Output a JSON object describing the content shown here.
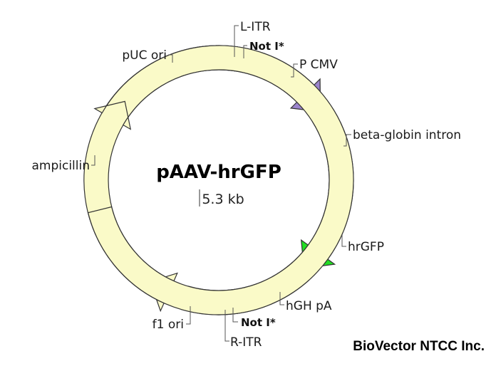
{
  "plasmid": {
    "name": "pAAV-hrGFP",
    "size": "5.3 kb"
  },
  "features": {
    "l_itr": "L-ITR",
    "not1_top": "Not I*",
    "p_cmv": "P CMV",
    "beta_globin": "beta-globin intron",
    "hrgfp": "hrGFP",
    "hgh_pa": "hGH pA",
    "not1_bottom": "Not I*",
    "r_itr": "R-ITR",
    "f1_ori": "f1 ori",
    "ampicillin": "ampicillin",
    "puc_ori": "pUC ori"
  },
  "brand": "BioVector NTCC Inc.",
  "colors": {
    "backbone": "#000000",
    "itr": "#cc1100",
    "promoter": "#9b84cc",
    "marker": "#22dd22",
    "ori": "#fafac8",
    "outline": "#333333"
  }
}
